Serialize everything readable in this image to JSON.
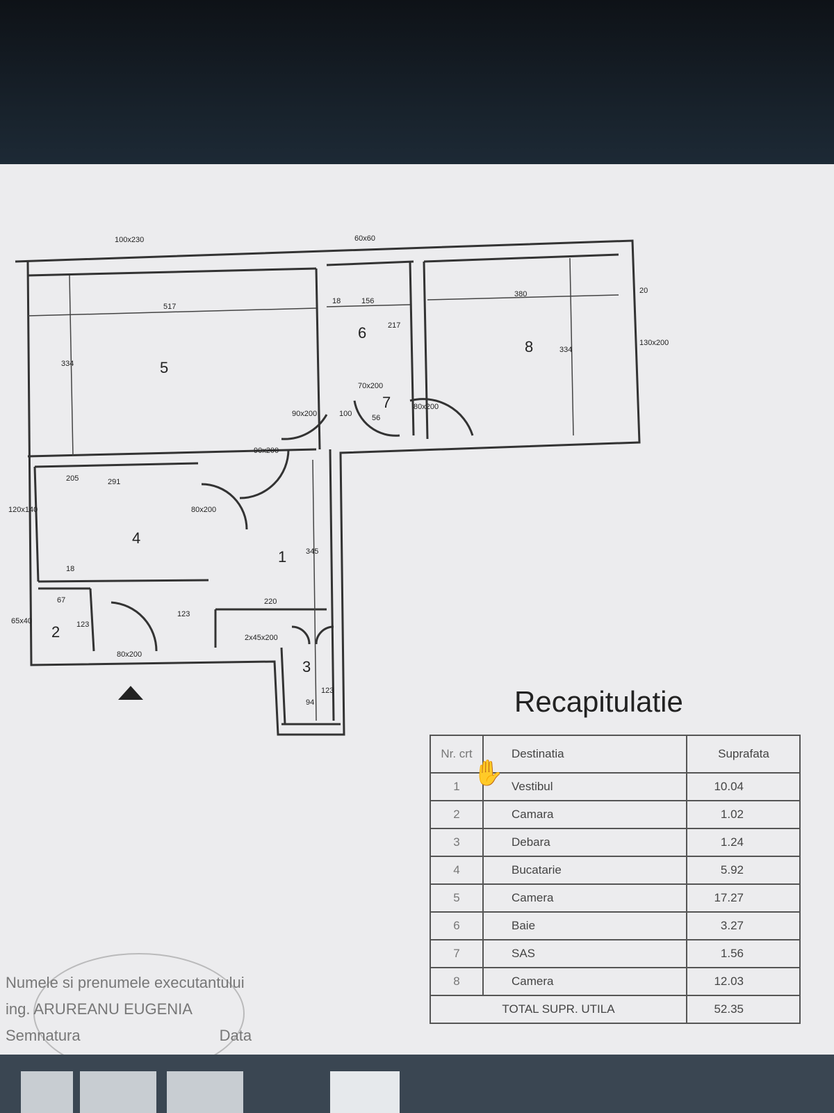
{
  "plan": {
    "rooms": [
      "1",
      "2",
      "3",
      "4",
      "5",
      "6",
      "7",
      "8"
    ],
    "dims": [
      "100x230",
      "60x60",
      "517",
      "334",
      "18",
      "156",
      "217",
      "380",
      "334",
      "20",
      "130x200",
      "291",
      "205",
      "18",
      "90x200",
      "80x200",
      "90x200",
      "70x200",
      "80x200",
      "100",
      "56",
      "123",
      "67",
      "345",
      "220",
      "2x45x200",
      "123",
      "94",
      "123",
      "80x200",
      "120x140",
      "65x40"
    ]
  },
  "recap": {
    "title": "Recapitulatie",
    "headers": {
      "nr": "Nr.\ncrt",
      "dest": "Destinatia",
      "supr": "Suprafata"
    },
    "rows": [
      {
        "nr": "1",
        "dest": "Vestibul",
        "supr": "10.04"
      },
      {
        "nr": "2",
        "dest": "Camara",
        "supr": "1.02"
      },
      {
        "nr": "3",
        "dest": "Debara",
        "supr": "1.24"
      },
      {
        "nr": "4",
        "dest": "Bucatarie",
        "supr": "5.92"
      },
      {
        "nr": "5",
        "dest": "Camera",
        "supr": "17.27"
      },
      {
        "nr": "6",
        "dest": "Baie",
        "supr": "3.27"
      },
      {
        "nr": "7",
        "dest": "SAS",
        "supr": "1.56"
      },
      {
        "nr": "8",
        "dest": "Camera",
        "supr": "12.03"
      }
    ],
    "total_label": "TOTAL SUPR. UTILA",
    "total_value": "52.35"
  },
  "footer": {
    "exec_label": "Numele si prenumele executantului",
    "eng": "ing. ARUREANU EUGENIA",
    "sign": "Semnatura",
    "date": "Data"
  },
  "icons": {
    "cursor": "hand-cursor-icon",
    "north": "north-arrow-icon"
  }
}
